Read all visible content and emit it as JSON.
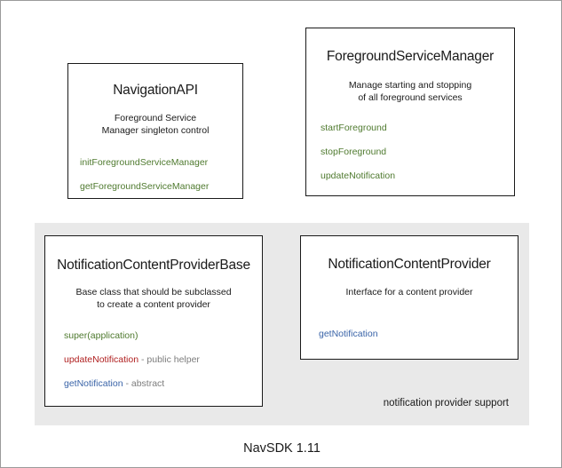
{
  "diagram": {
    "footer_caption": "NavSDK 1.11",
    "group_panel": {
      "label": "notification provider support",
      "background": "#e9e9e9"
    },
    "colors": {
      "green": "#4f7a2f",
      "red": "#b02020",
      "blue": "#3a64a8",
      "note_gray": "#7d7d7d",
      "text": "#1a1a1a",
      "box_border": "#1a1a1a",
      "panel_bg": "#e9e9e9",
      "canvas_bg": "#ffffff"
    },
    "boxes": [
      {
        "id": "navigation-api",
        "title": "NavigationAPI",
        "description_lines": [
          "Foreground Service",
          "Manager singleton control"
        ],
        "members": [
          {
            "name": "initForegroundServiceManager",
            "color": "green",
            "note": ""
          },
          {
            "name": "getForegroundServiceManager",
            "color": "green",
            "note": ""
          }
        ]
      },
      {
        "id": "foreground-service-manager",
        "title": "ForegroundServiceManager",
        "description_lines": [
          "Manage starting and stopping",
          "of all foreground services"
        ],
        "members": [
          {
            "name": "startForeground",
            "color": "green",
            "note": ""
          },
          {
            "name": "stopForeground",
            "color": "green",
            "note": ""
          },
          {
            "name": "updateNotification",
            "color": "green",
            "note": ""
          }
        ]
      },
      {
        "id": "notification-content-provider-base",
        "title": "NotificationContentProviderBase",
        "description_lines": [
          "Base class that should be subclassed",
          "to create a content provider"
        ],
        "members": [
          {
            "name": "super(application)",
            "color": "green",
            "note": ""
          },
          {
            "name": "updateNotification",
            "color": "red",
            "note": " - public helper"
          },
          {
            "name": "getNotification",
            "color": "blue",
            "note": " - abstract"
          }
        ]
      },
      {
        "id": "notification-content-provider",
        "title": "NotificationContentProvider",
        "description_lines": [
          "Interface for a content provider"
        ],
        "members": [
          {
            "name": "getNotification",
            "color": "blue",
            "note": ""
          }
        ]
      }
    ]
  }
}
